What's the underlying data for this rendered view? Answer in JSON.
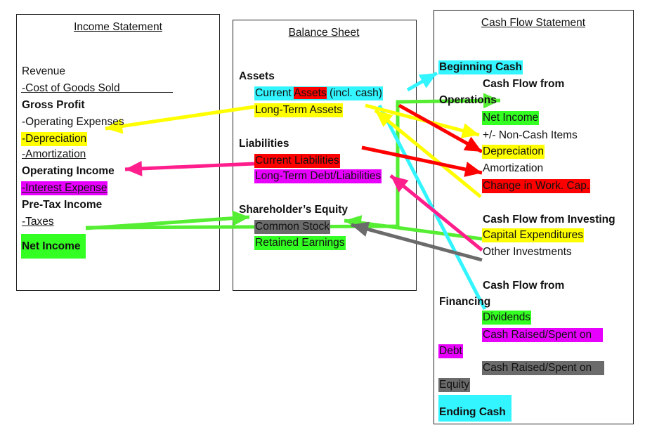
{
  "colors": {
    "cyan": "#33f5ff",
    "yellow": "#ffff00",
    "red": "#ff0000",
    "magenta": "#e800ff",
    "gray": "#6b6b6b",
    "green": "#33ff22",
    "pink": "#ff1e8c",
    "arrow_green": "#55ee33"
  },
  "income": {
    "title": "Income Statement",
    "items": [
      "Revenue",
      "-Cost of Goods Sold",
      "Gross Profit",
      "-Operating Expenses",
      "-Depreciation",
      "-Amortization",
      "Operating Income",
      "-Interest Expense",
      "Pre-Tax Income",
      "-Taxes",
      "Net Income"
    ]
  },
  "balance": {
    "title": "Balance Sheet",
    "assets": "Assets",
    "current_assets_a": "Current ",
    "current_assets_b": "Assets",
    "current_assets_c": " (incl. cash)",
    "long_term_assets": "Long-Term Assets",
    "liabilities": "Liabilities",
    "current_liabilities": "Current Liabilities",
    "long_term_debt": "Long-Term Debt/Liabilities",
    "equity": "Shareholder’s Equity",
    "common_stock": "Common Stock",
    "retained_earnings": "Retained Earnings"
  },
  "cashflow": {
    "title": "Cash Flow Statement",
    "beginning_cash": "Beginning Cash",
    "cfo_1": "Cash Flow from",
    "cfo_2": "Operations",
    "net_income": "Net Income",
    "non_cash": "+/- Non-Cash Items",
    "depreciation": "Depreciation",
    "amortization": "Amortization",
    "working_capital": "Change in Work. Cap.",
    "cfi": "Cash Flow from Investing",
    "capex": "Capital Expenditures",
    "other_investments": "Other Investments",
    "cff_1": "Cash Flow from",
    "cff_2": "Financing",
    "dividends": "Dividends",
    "debt_1": "Cash Raised/Spent on",
    "debt_2": "Debt",
    "equity_1": "Cash Raised/Spent on",
    "equity_2": "Equity",
    "ending_cash": "Ending Cash"
  }
}
